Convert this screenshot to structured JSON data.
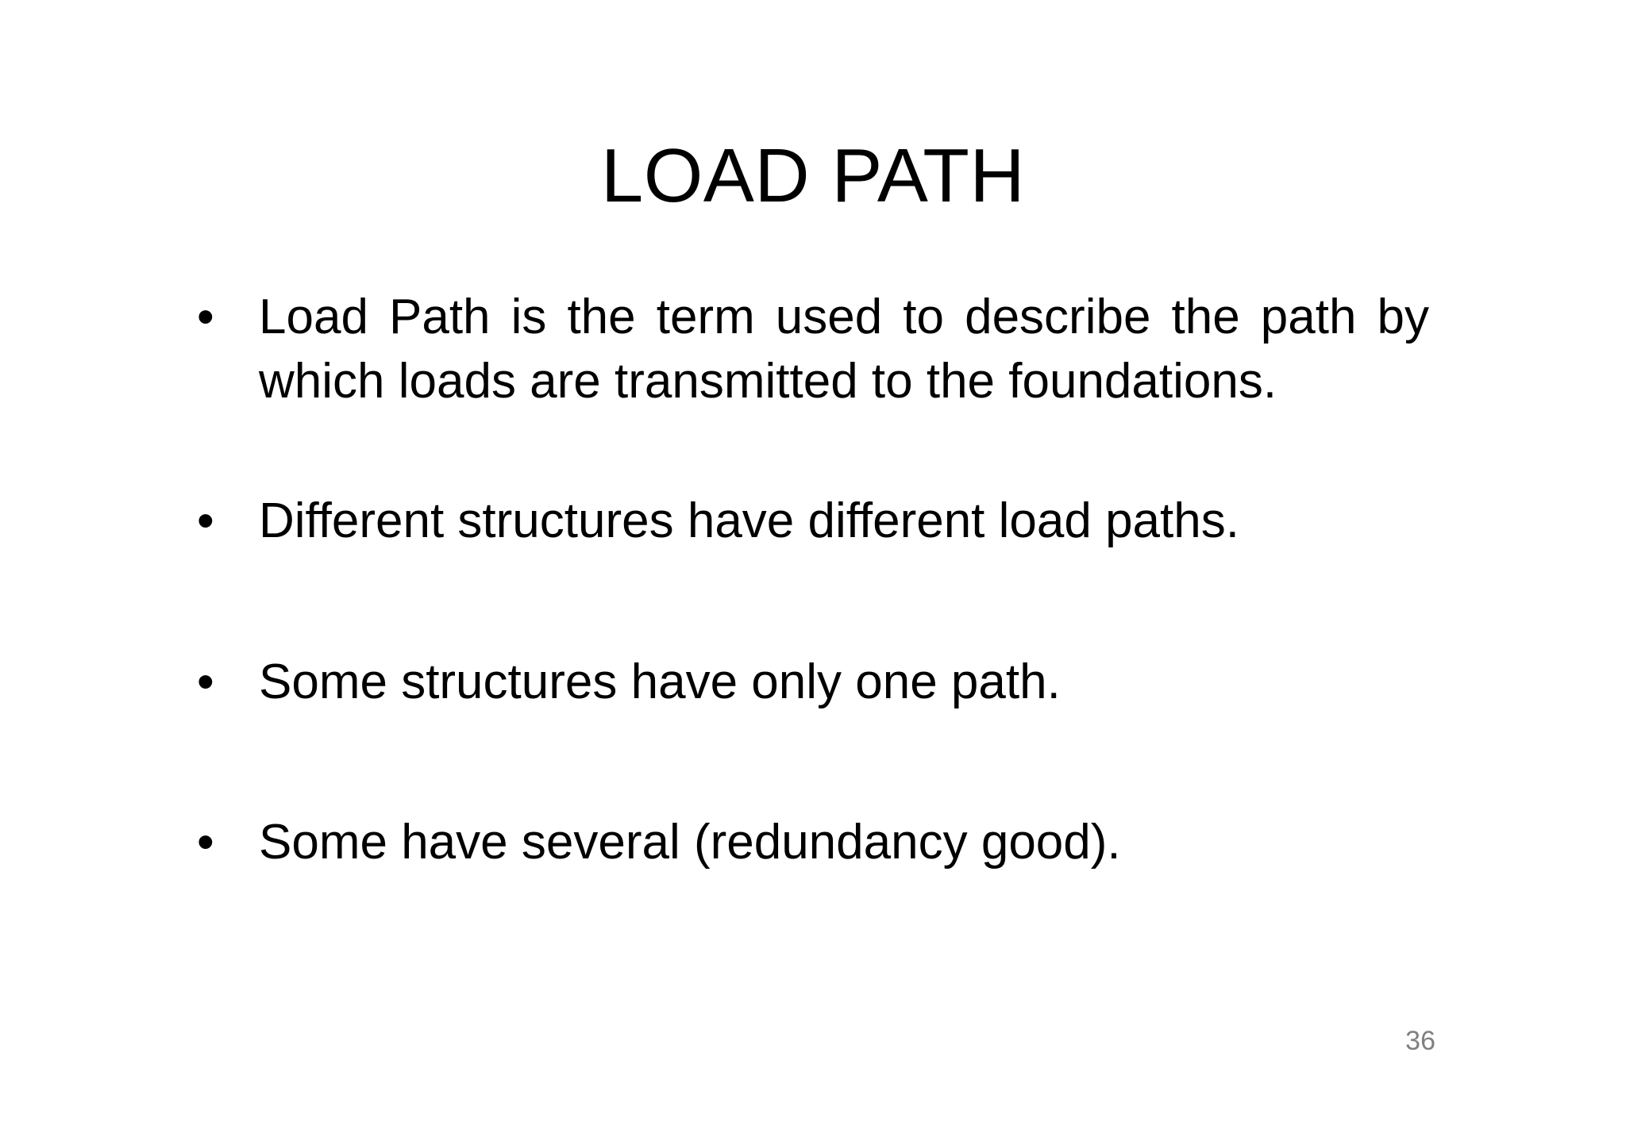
{
  "slide": {
    "background_color": "#ffffff",
    "text_color": "#000000",
    "title": "LOAD PATH",
    "page_number": "36",
    "page_number_color": "#808080",
    "bullet_glyph": "•",
    "bullets": [
      {
        "marker": "•",
        "text": "Load Path is the term used to describe the path by which loads are transmitted to the foundations.",
        "alignment": "justify"
      },
      {
        "marker": "•",
        "text": "Different structures have different load paths.",
        "alignment": "left"
      },
      {
        "marker": "•",
        "text": "Some structures have only one path.",
        "alignment": "left"
      },
      {
        "marker": "•",
        "text": "Some have several (redundancy good).",
        "alignment": "left"
      }
    ]
  }
}
